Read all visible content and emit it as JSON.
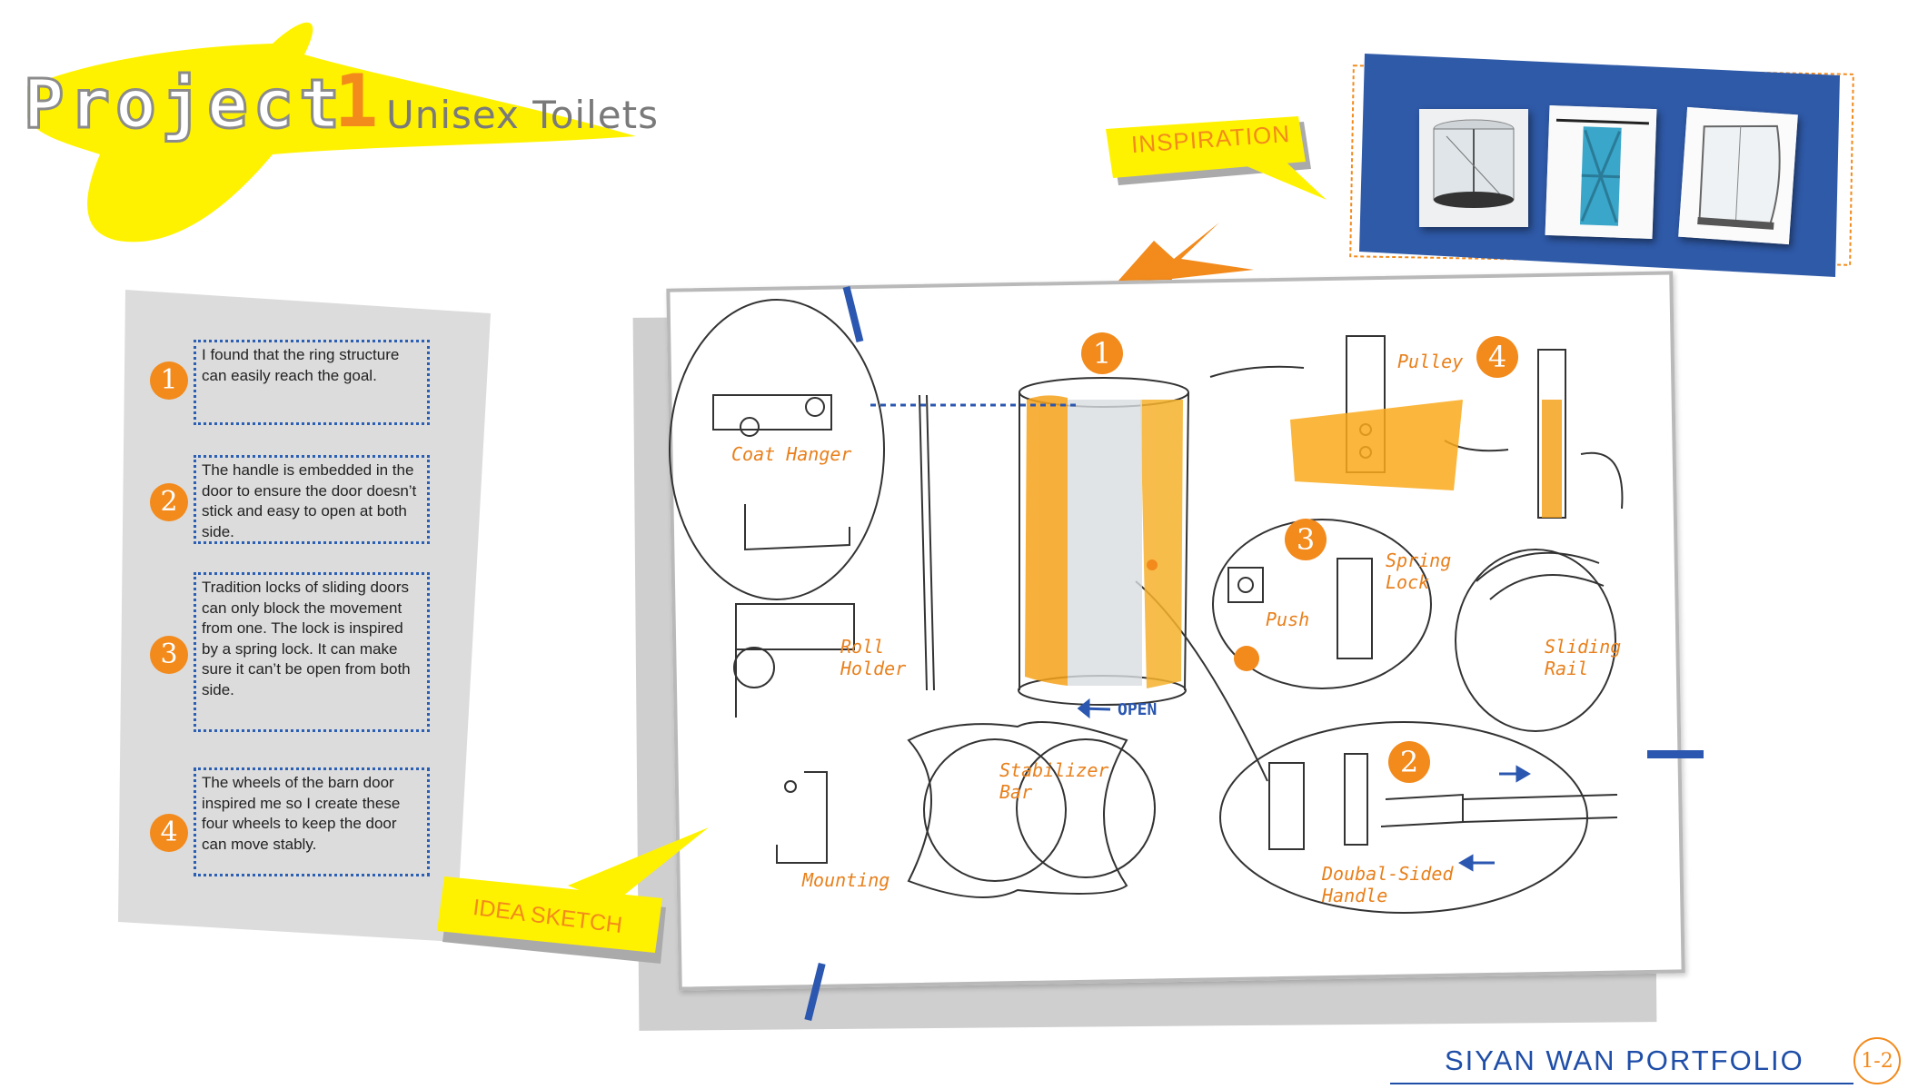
{
  "header": {
    "project_word": "Project",
    "project_number": "1",
    "subtitle": "Unisex Toilets"
  },
  "inspiration": {
    "label": "INSPIRATION",
    "thumbnails": [
      "revolving-door-image",
      "blue-barn-door-image",
      "shower-enclosure-image"
    ]
  },
  "steps": [
    {
      "number": "1",
      "text": "I found that the ring structure can easily reach the goal."
    },
    {
      "number": "2",
      "text": "The handle is embedded in the door to ensure the door doesn’t stick and easy to open at both side."
    },
    {
      "number": "3",
      "text": "Tradition locks of sliding doors can only block the movement from one. The lock is inspired by a spring lock. It can make sure it can’t be open from both side."
    },
    {
      "number": "4",
      "text": "The wheels of the barn door inspired me so I create these four wheels to keep the door can move stably."
    }
  ],
  "sketch": {
    "tag": "IDEA SKETCH",
    "badges": [
      "1",
      "2",
      "3",
      "4"
    ],
    "labels": {
      "coat_hanger": "Coat Hanger",
      "roll_holder": "Roll\nHolder",
      "open": "OPEN",
      "stabilizer_bar": "Stabilizer\nBar",
      "mounting": "Mounting",
      "pulley": "Pulley",
      "spring_lock": "Spring\nLock",
      "push": "Push",
      "sliding_rail": "Sliding\nRail",
      "double_sided_handle": "Doubal-Sided\nHandle"
    }
  },
  "footer": {
    "portfolio": "SIYAN WAN PORTFOLIO",
    "page": "1-2"
  },
  "colors": {
    "accent_orange": "#f28a1c",
    "accent_yellow": "#fff200",
    "accent_blue": "#2b57b0",
    "panel_gray": "#dcdcdc"
  }
}
